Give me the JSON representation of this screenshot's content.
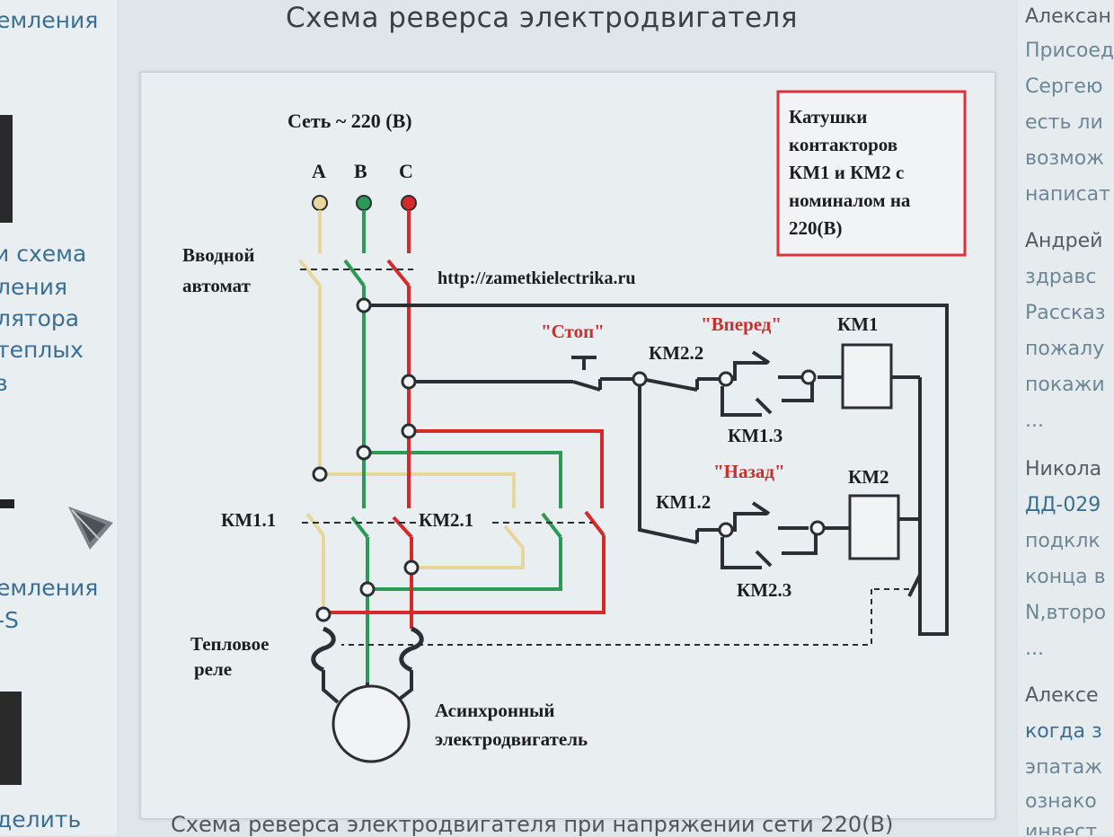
{
  "page": {
    "title": "Схема реверса электродвигателя",
    "caption": "Схема реверса электродвигателя при напряжении сети 220(В)"
  },
  "left_sidebar": {
    "texts": [
      "емления",
      "и схема",
      "ления",
      "лятора",
      "теплых",
      "в",
      "емления",
      "-S",
      "делить"
    ]
  },
  "right_sidebar": {
    "comments": [
      {
        "name": "Алексан",
        "lines": [
          "Присоед",
          "Сергею",
          "есть ли",
          "возмож",
          "написат"
        ]
      },
      {
        "name": "Андрей",
        "lines": [
          "здравс",
          "Рассказ",
          "пожалу",
          "покажи",
          "..."
        ]
      },
      {
        "name": "Никола",
        "lines": [
          "ДД-029",
          "подклк",
          "конца в",
          "N,второ",
          "..."
        ]
      },
      {
        "name": "Алексе",
        "lines": [
          "когда з",
          "эпатаж",
          "ознако",
          "инвест"
        ]
      }
    ]
  },
  "diagram": {
    "network_label": "Сеть ~ 220 (В)",
    "phases": [
      "A",
      "B",
      "C"
    ],
    "input_breaker": [
      "Вводной",
      "автомат"
    ],
    "url": "http://zametkielectrika.ru",
    "note": [
      "Катушки",
      "контакторов",
      "КМ1 и КМ2 с",
      "номиналом на",
      "220(В)"
    ],
    "stop_label": "\"Стоп\"",
    "forward_label": "\"Вперед\"",
    "back_label": "\"Назад\"",
    "km1": "КМ1",
    "km2": "КМ2",
    "km1_1": "КМ1.1",
    "km2_1": "КМ2.1",
    "km2_2": "КМ2.2",
    "km1_3": "КМ1.3",
    "km1_2": "КМ1.2",
    "km2_3": "КМ2.3",
    "thermal_relay": [
      "Тепловое",
      "реле"
    ],
    "motor": [
      "Асинхронный",
      "электродвигатель"
    ],
    "colors": {
      "phase_a": "#e8d79a",
      "phase_b": "#2a9a55",
      "phase_c": "#d62a2a",
      "control": "#2b2f33",
      "label_red": "#c8302c",
      "note_border": "#d9343a"
    }
  }
}
